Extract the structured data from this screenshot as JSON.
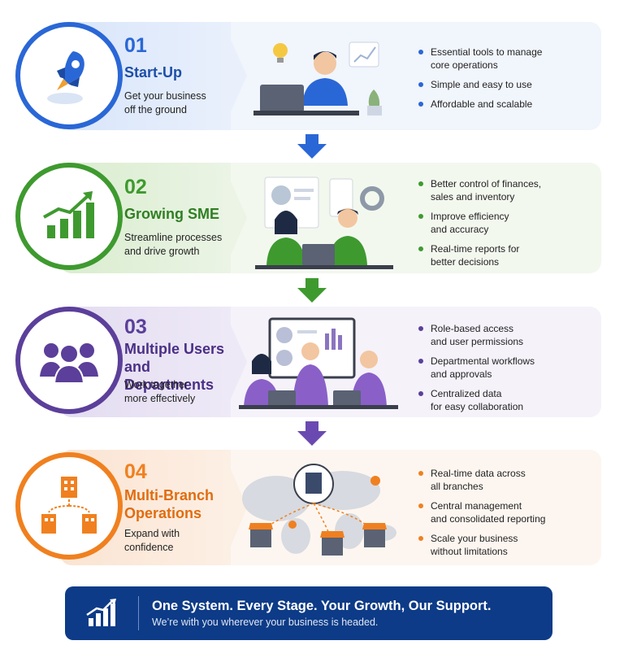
{
  "stages": [
    {
      "number": "01",
      "title": "Start-Up",
      "description": "Get your business\noff the ground",
      "icon": "rocket-icon",
      "color": "#2a67d6",
      "bullets": [
        "Essential tools to manage\ncore operations",
        "Simple and easy to use",
        "Affordable and scalable"
      ]
    },
    {
      "number": "02",
      "title": "Growing SME",
      "description": "Streamline processes\nand drive growth",
      "icon": "growth-chart-icon",
      "color": "#3e9a2f",
      "bullets": [
        "Better control of finances,\nsales and inventory",
        "Improve efficiency\nand accuracy",
        "Real-time reports for\nbetter decisions"
      ]
    },
    {
      "number": "03",
      "title": "Multiple Users\nand Departments",
      "description": "Work together\nmore effectively",
      "icon": "users-group-icon",
      "color": "#5b3f9a",
      "bullets": [
        "Role-based access\nand user permissions",
        "Departmental workflows\nand approvals",
        "Centralized data\nfor easy collaboration"
      ]
    },
    {
      "number": "04",
      "title": "Multi-Branch\nOperations",
      "description": "Expand with\nconfidence",
      "icon": "branch-buildings-icon",
      "color": "#f0801f",
      "bullets": [
        "Real-time data across\nall branches",
        "Central management\nand consolidated reporting",
        "Scale your business\nwithout limitations"
      ]
    }
  ],
  "footer": {
    "headline": "One System. Every Stage. Your Growth, Our Support.",
    "subline": "We’re with you wherever your business is headed.",
    "icon": "growth-chart-icon"
  }
}
